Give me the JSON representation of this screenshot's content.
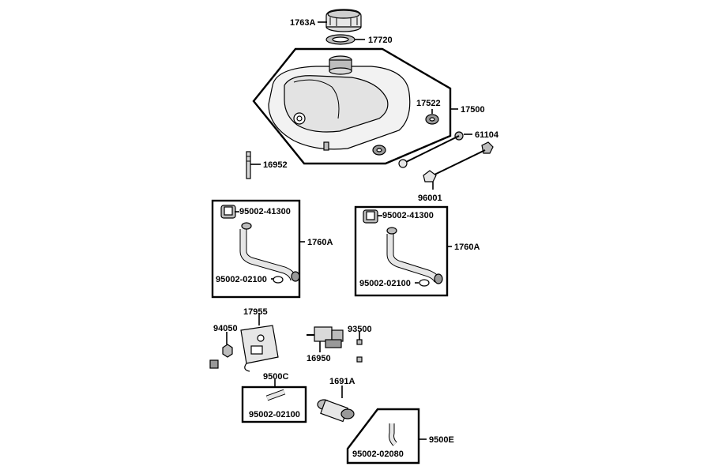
{
  "diagram": {
    "labels": {
      "cap": "1763A",
      "cap_gasket": "17720",
      "tank_assy": "17500",
      "grommet": "17522",
      "collar": "61104",
      "pin": "16952",
      "bolt": "96001",
      "clamp_left": "95002-41300",
      "hose_left": "1760A",
      "clip_left": "95002-02100",
      "clamp_right": "95002-41300",
      "hose_right": "1760A",
      "clip_right": "95002-02100",
      "bracket": "17955",
      "nut": "94050",
      "screw": "93500",
      "cock": "16950",
      "hose_small": "9500C",
      "clip_small": "95002-02100",
      "filter": "1691A",
      "hose_e": "9500E",
      "clip_e": "95002-02080"
    }
  }
}
